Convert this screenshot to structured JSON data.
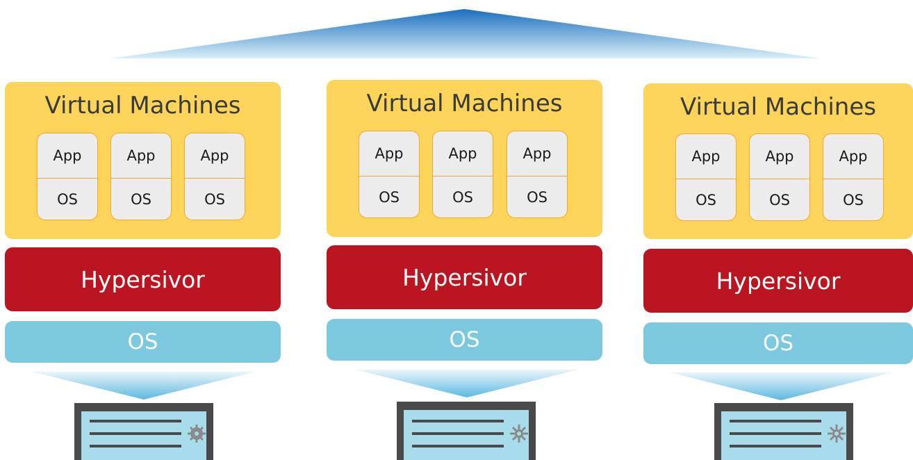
{
  "colors": {
    "vm_box": "#fcd45a",
    "vm_border": "#f0a830",
    "vm_tile": "#ececec",
    "hypervisor": "#bb1521",
    "os_bar": "#7bc8df",
    "roof_top": "#1a6fbf",
    "roof_bottom": "#d8eef8",
    "server_frame": "#4a4a4a",
    "server_panel": "#a8dcea"
  },
  "roof": {
    "icon": "roof-arrow"
  },
  "hosts": [
    {
      "vm_title": "Virtual Machines",
      "vms": [
        {
          "app": "App",
          "os": "OS"
        },
        {
          "app": "App",
          "os": "OS"
        },
        {
          "app": "App",
          "os": "OS"
        }
      ],
      "hypervisor": "Hypersivor",
      "os": "OS",
      "server_icon": "server-gear-icon"
    },
    {
      "vm_title": "Virtual Machines",
      "vms": [
        {
          "app": "App",
          "os": "OS"
        },
        {
          "app": "App",
          "os": "OS"
        },
        {
          "app": "App",
          "os": "OS"
        }
      ],
      "hypervisor": "Hypersivor",
      "os": "OS",
      "server_icon": "server-gear-icon"
    },
    {
      "vm_title": "Virtual Machines",
      "vms": [
        {
          "app": "App",
          "os": "OS"
        },
        {
          "app": "App",
          "os": "OS"
        },
        {
          "app": "App",
          "os": "OS"
        }
      ],
      "hypervisor": "Hypersivor",
      "os": "OS",
      "server_icon": "server-gear-icon"
    }
  ]
}
